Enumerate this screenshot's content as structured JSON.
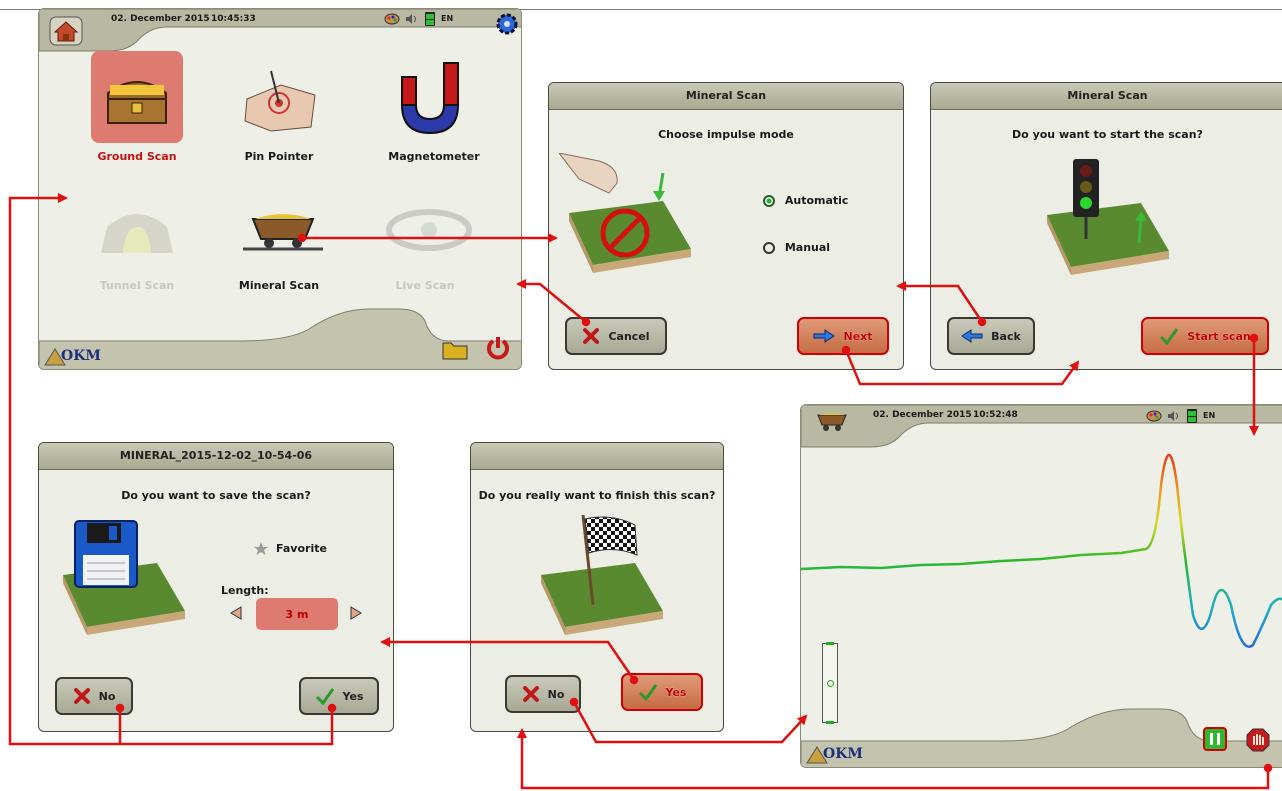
{
  "home": {
    "date": "02. December  2015",
    "time": "10:45:33",
    "language": "EN",
    "menu": [
      {
        "label": "Ground Scan"
      },
      {
        "label": "Pin Pointer"
      },
      {
        "label": "Magnetometer"
      },
      {
        "label": "Tunnel Scan"
      },
      {
        "label": "Mineral Scan"
      },
      {
        "label": "Live Scan"
      }
    ],
    "logo": "OKM"
  },
  "impulse_dialog": {
    "title": "Mineral Scan",
    "question": "Choose impulse mode",
    "options": [
      "Automatic",
      "Manual"
    ],
    "selected": "Automatic",
    "cancel_label": "Cancel",
    "next_label": "Next"
  },
  "start_dialog": {
    "title": "Mineral Scan",
    "question": "Do you want to start the scan?",
    "back_label": "Back",
    "start_label": "Start scan"
  },
  "scan_screen": {
    "date": "02. December  2015",
    "time": "10:52:48",
    "language": "EN",
    "logo": "OKM"
  },
  "finish_dialog": {
    "question": "Do you really want to finish this scan?",
    "no_label": "No",
    "yes_label": "Yes"
  },
  "save_dialog": {
    "title": "MINERAL_2015-12-02_10-54-06",
    "question": "Do you want to save the scan?",
    "favorite_label": "Favorite",
    "length_label": "Length:",
    "length_value": "3 m",
    "no_label": "No",
    "yes_label": "Yes"
  },
  "colors": {
    "arrow": "#e01010",
    "highlight": "#d00000",
    "panel_bg": "#eceee6"
  }
}
